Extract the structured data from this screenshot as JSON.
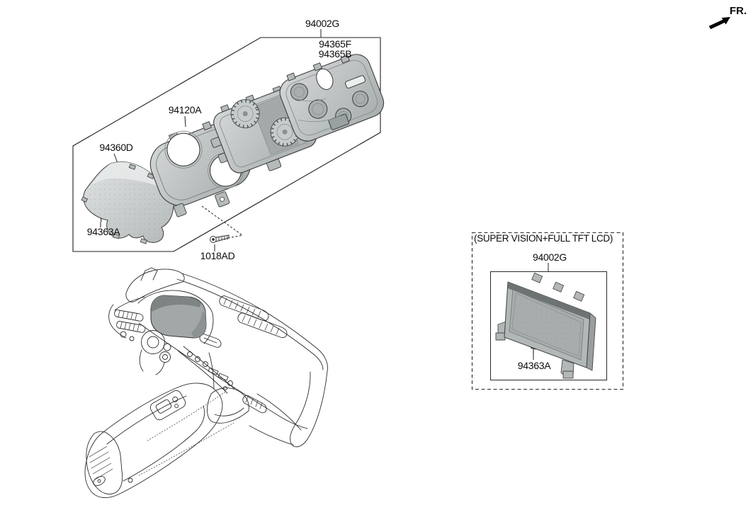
{
  "fr_indicator": {
    "label": "FR."
  },
  "main_assembly": {
    "assembly_label": "94002G",
    "rear_cover_label_1": "94365F",
    "rear_cover_label_2": "94365B",
    "bezel_label": "94120A",
    "lens_label": "94360D",
    "lens_screw_label": "94363A",
    "mount_screw_label": "1018AD"
  },
  "variant_box": {
    "caption": "(SUPER VISION+FULL TFT LCD)",
    "assembly_label": "94002G",
    "screw_label": "94363A"
  },
  "colors": {
    "line": "#1f1f1f",
    "art_line": "#2d2d2d",
    "part_fill": "#b5bbbb",
    "part_light": "#d8dada",
    "part_dark": "#8b9191",
    "background": "#ffffff"
  }
}
